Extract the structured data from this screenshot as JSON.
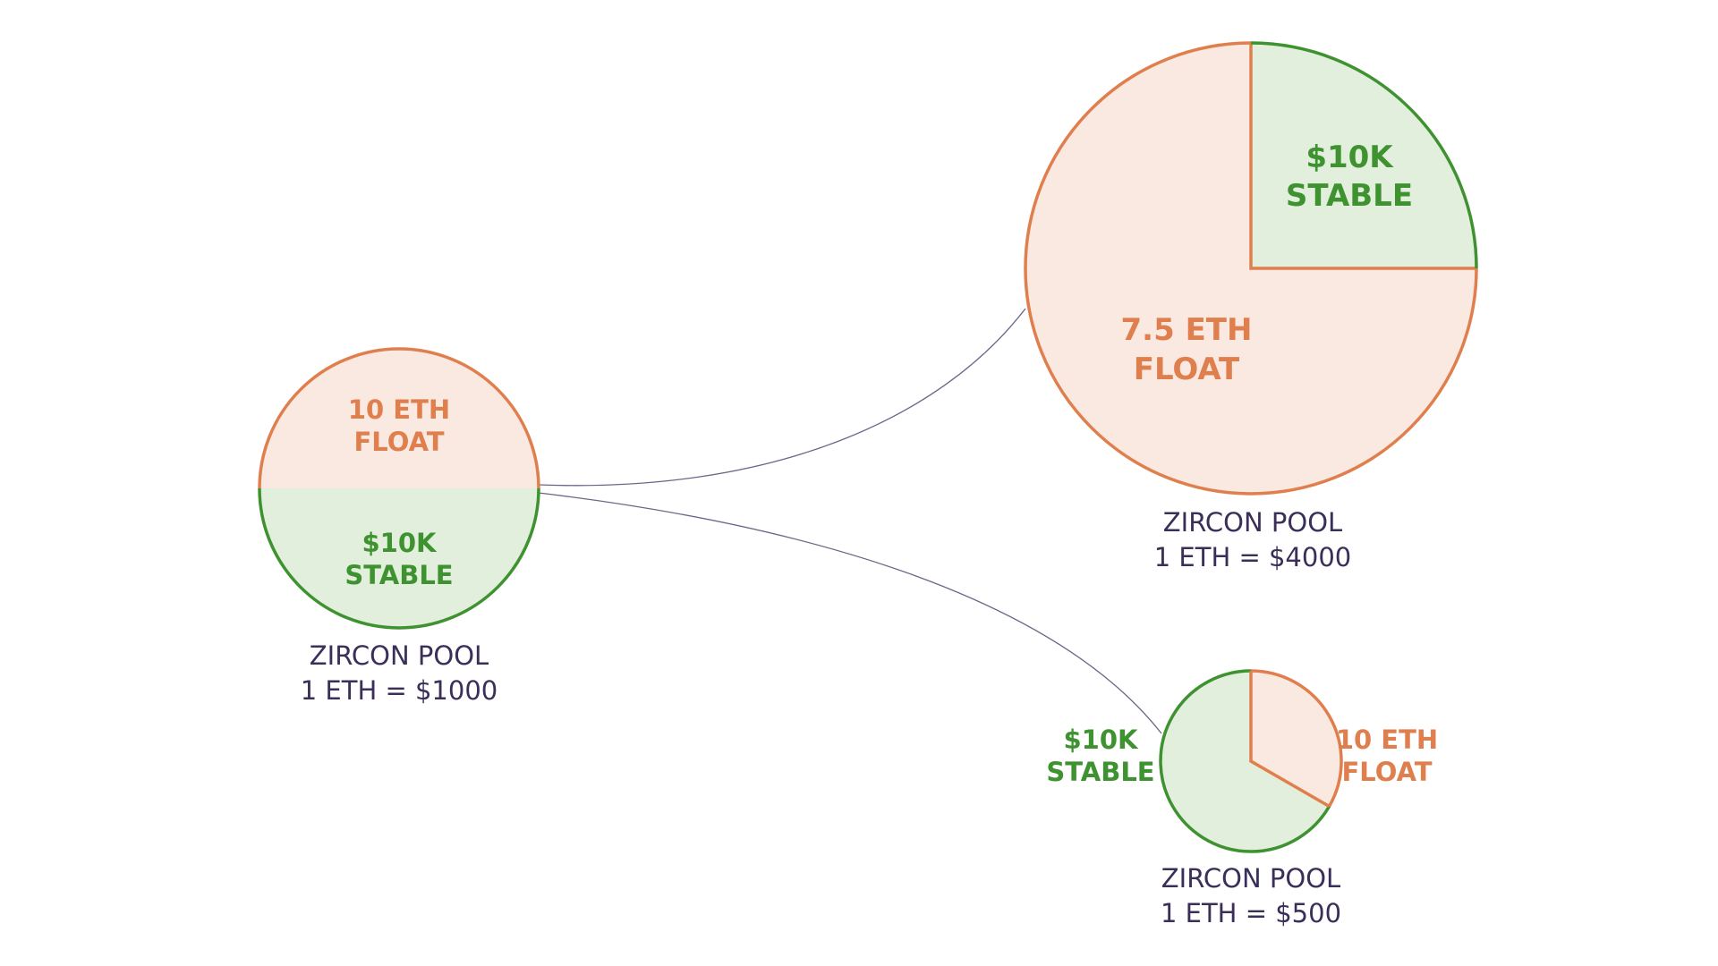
{
  "colors": {
    "float_stroke": "#E07F4E",
    "float_fill": "#FAE9E1",
    "stable_stroke": "#3E922F",
    "stable_fill": "#E3EFDD",
    "connector": "#6A6688",
    "pool_text": "#3B2F5A"
  },
  "pools": [
    {
      "id": "pool-1000",
      "title": "ZIRCON POOL",
      "price": "1 ETH = $1000",
      "float": {
        "line1": "10 ETH",
        "line2": "FLOAT",
        "share": 0.5
      },
      "stable": {
        "line1": "$10K",
        "line2": "STABLE",
        "share": 0.5
      }
    },
    {
      "id": "pool-4000",
      "title": "ZIRCON POOL",
      "price": "1 ETH = $4000",
      "float": {
        "line1": "7.5 ETH",
        "line2": "FLOAT",
        "share": 0.75
      },
      "stable": {
        "line1": "$10K",
        "line2": "STABLE",
        "share": 0.25
      }
    },
    {
      "id": "pool-500",
      "title": "ZIRCON POOL",
      "price": "1 ETH = $500",
      "float": {
        "line1": "10 ETH",
        "line2": "FLOAT",
        "share": 0.333
      },
      "stable": {
        "line1": "$10K",
        "line2": "STABLE",
        "share": 0.667
      }
    }
  ]
}
